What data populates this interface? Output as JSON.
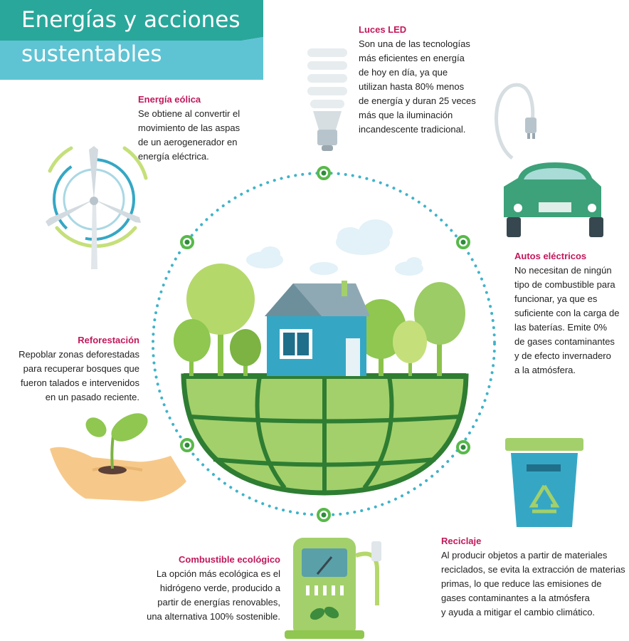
{
  "header": {
    "line1": "Energías y acciones",
    "line2": "sustentables"
  },
  "colors": {
    "banner_dark": "#2aa79b",
    "banner_light": "#5ec4d4",
    "heading": "#c2185b",
    "green_dark": "#2e7d32",
    "green_mid": "#6ab04c",
    "green_light": "#a3d06b",
    "teal": "#35a7c5",
    "dots": "#3fb3c9"
  },
  "sections": {
    "led": {
      "heading": "Luces LED",
      "body": "Son una de las tecnologías\nmás eficientes en energía\nde hoy en día, ya que\nutilizan hasta 80% menos\nde energía y duran 25 veces\nmás que la iluminación\nincandescente tradicional."
    },
    "eolica": {
      "heading": "Energía eólica",
      "body": "Se obtiene al convertir el\nmovimiento de las aspas\nde un aerogenerador en\nenergía eléctrica."
    },
    "autos": {
      "heading": "Autos eléctricos",
      "body": "No necesitan de ningún\ntipo de combustible para\nfuncionar, ya que es\nsuficiente con la carga de\nlas baterías. Emite 0%\nde gases contaminantes\ny de efecto invernadero\na la atmósfera."
    },
    "reforestacion": {
      "heading": "Reforestación",
      "body": "Repoblar zonas deforestadas\npara recuperar bosques que\nfueron talados e intervenidos\nen un pasado reciente."
    },
    "reciclaje": {
      "heading": "Reciclaje",
      "body": "Al producir objetos a partir de materiales\nreciclados, se evita la extracción de materias\nprimas, lo que reduce las emisiones de\ngases contaminantes a la atmósfera\ny ayuda a mitigar el cambio climático."
    },
    "combustible": {
      "heading": "Combustible ecológico",
      "body": "La opción más ecológica es el\nhidrógeno verde, producido a\npartir de energías renovables,\nuna alternativa 100% sostenible."
    }
  },
  "icons": [
    "wind-turbine-icon",
    "led-bulb-icon",
    "electric-car-icon",
    "plant-in-hand-icon",
    "recycle-bin-icon",
    "fuel-pump-icon"
  ]
}
